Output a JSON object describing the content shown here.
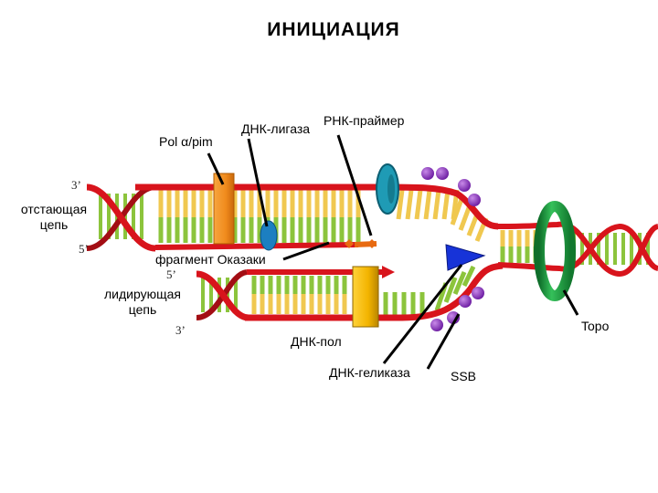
{
  "title": "ИНИЦИАЦИЯ",
  "labels": {
    "pol_alpha": "Pol α/pim",
    "dna_ligase": "ДНК-лигаза",
    "rna_primer": "РНК-праймер",
    "okazaki_fragment": "фрагмент Оказаки",
    "lagging_strand_line1": "отстающая",
    "lagging_strand_line2": "цепь",
    "leading_strand_line1": "лидирующая",
    "leading_strand_line2": "цепь",
    "dna_pol": "ДНК-пол",
    "dna_helicase": "ДНК-геликаза",
    "ssb": "SSB",
    "topo": "Topo"
  },
  "ends": {
    "lagging_top": "3’",
    "lagging_bottom": "5’",
    "leading_top": "5’",
    "leading_bottom": "3’"
  },
  "colors": {
    "backbone": "#d8141c",
    "rung_green": "#8cc43c",
    "rung_yellow": "#f0c850",
    "pol_alpha": "#f39224",
    "dna_pol": "#f5b800",
    "ligase": "#1c7fc1",
    "primase_ring": "#1f9bb5",
    "ssb": "#8a2cc2",
    "helicase": "#1733d8",
    "topo": "#1a9a3a",
    "primer": "#e86a10"
  }
}
